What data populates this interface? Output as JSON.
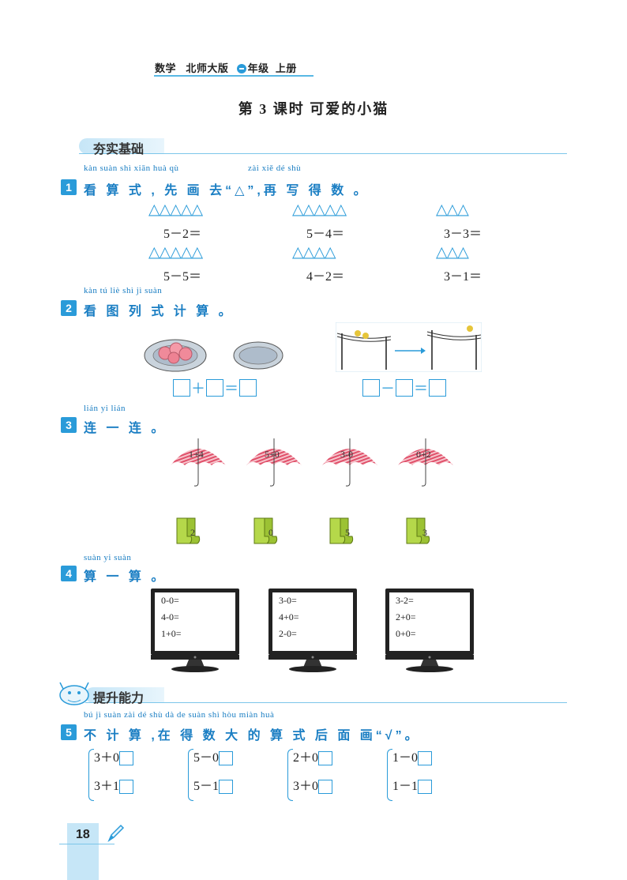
{
  "header": {
    "subject": "数学",
    "edition": "北师大版",
    "grade": "年级",
    "volume": "上册"
  },
  "lesson": {
    "title": "第 3 课时    可爱的小猫"
  },
  "section1": {
    "label": "夯实基础"
  },
  "q1": {
    "number": "1",
    "pinyin_a": "kàn suàn shì   xiān huà qù",
    "pinyin_b": "zài xiě dé shù",
    "text": "看 算 式 , 先 画 去“△”,再 写 得 数 。",
    "items": [
      {
        "triangles": "△△△△△",
        "expr": "5－2＝"
      },
      {
        "triangles": "△△△△△",
        "expr": "5－4＝"
      },
      {
        "triangles": "△△△",
        "expr": "3－3＝"
      },
      {
        "triangles": "△△△△△",
        "expr": "5－5＝"
      },
      {
        "triangles": "△△△△",
        "expr": "4－2＝"
      },
      {
        "triangles": "△△△",
        "expr": "3－1＝"
      }
    ]
  },
  "q2": {
    "number": "2",
    "pinyin": "kàn tú  liè shì  jì  suàn",
    "text": "看 图 列 式 计 算 。",
    "op_plus": "＋",
    "op_minus": "－",
    "op_equals": "＝"
  },
  "q3": {
    "number": "3",
    "pinyin": "lián yi  lián",
    "text": "连 一 连 。",
    "umbrellas": [
      "1+4",
      "5+0",
      "3-0",
      "0+2"
    ],
    "boots": [
      "2",
      "0",
      "5",
      "3"
    ]
  },
  "q4": {
    "number": "4",
    "pinyin": "suàn yi  suàn",
    "text": "算 一 算 。",
    "monitors": [
      [
        "0-0=",
        "4-0=",
        "1+0="
      ],
      [
        "3-0=",
        "4+0=",
        "2-0="
      ],
      [
        "3-2=",
        "2+0=",
        "0+0="
      ]
    ]
  },
  "section2": {
    "label": "提升能力"
  },
  "q5": {
    "number": "5",
    "pinyin": "bú  jì  suàn   zài dé shù dà  de  suàn shì hòu miàn huà",
    "text": "不 计 算 ,在 得 数 大 的 算 式 后 面 画“√”。",
    "pairs": [
      [
        "3＋0",
        "3＋1"
      ],
      [
        "5－0",
        "5－1"
      ],
      [
        "2＋0",
        "3＋0"
      ],
      [
        "1－0",
        "1－1"
      ]
    ]
  },
  "footer": {
    "page": "18"
  },
  "colors": {
    "accent": "#2a9bd9",
    "light": "#c6e6f7"
  }
}
